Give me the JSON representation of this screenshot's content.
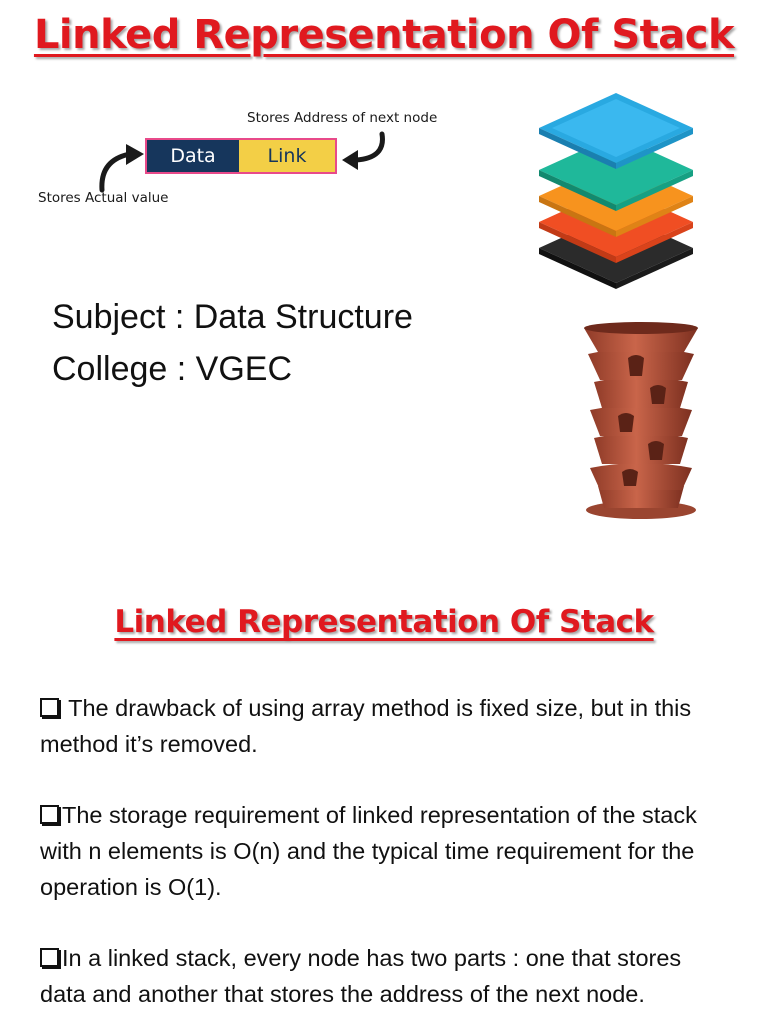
{
  "title": "Linked Representation Of Stack",
  "diagram": {
    "data_label": "Data",
    "link_label": "Link",
    "note_next": "Stores Address of next node",
    "note_actual": "Stores Actual value"
  },
  "info": {
    "subject": "Subject : Data Structure",
    "college": "College : VGEC"
  },
  "section_title": "Linked Representation Of Stack",
  "paragraphs": [
    " The drawback of using array method is fixed size, but in this method it’s removed.",
    "The storage requirement of linked representation  of the stack with n elements  is O(n) and the typical time requirement for the operation is O(1).",
    "In a linked stack, every node has two parts : one that stores data and another that stores the address of the next node."
  ],
  "colors": {
    "title": "#e0191f",
    "data_cell": "#16365c",
    "link_cell": "#f3cf46",
    "node_border": "#e84a8a"
  },
  "icons": [
    "layers-stack-icon",
    "stacked-planter-pots-icon",
    "curved-arrow-icon",
    "checkbox-bullet-icon"
  ]
}
